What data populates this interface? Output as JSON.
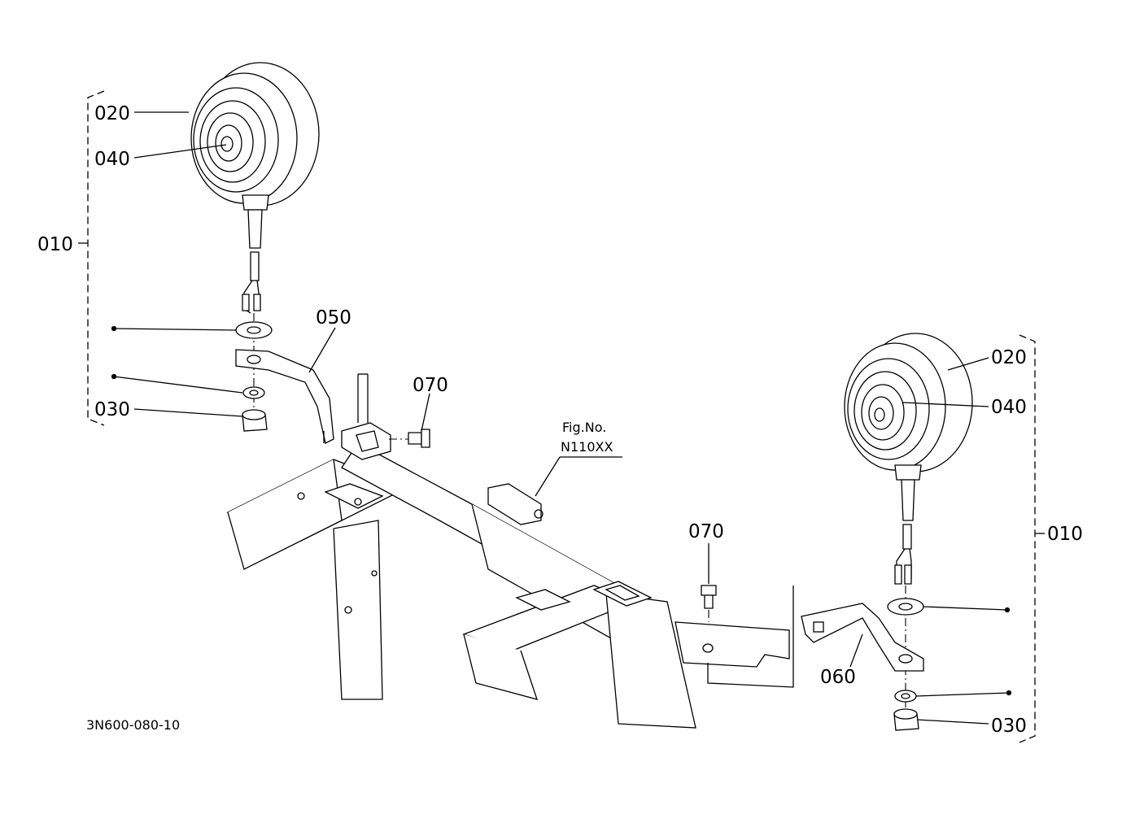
{
  "figure_code": "3N600-080-10",
  "reference": {
    "line1": "Fig.No.",
    "line2": "N110XX"
  },
  "callouts": {
    "left_lamp_assembly": "010",
    "left_lamp_body": "020",
    "left_bulb": "040",
    "left_nut": "030",
    "left_bracket": "050",
    "left_bolt": "070",
    "right_lamp_assembly": "010",
    "right_lamp_body": "020",
    "right_bulb": "040",
    "right_nut": "030",
    "right_bracket": "060",
    "right_bolt": "070"
  }
}
